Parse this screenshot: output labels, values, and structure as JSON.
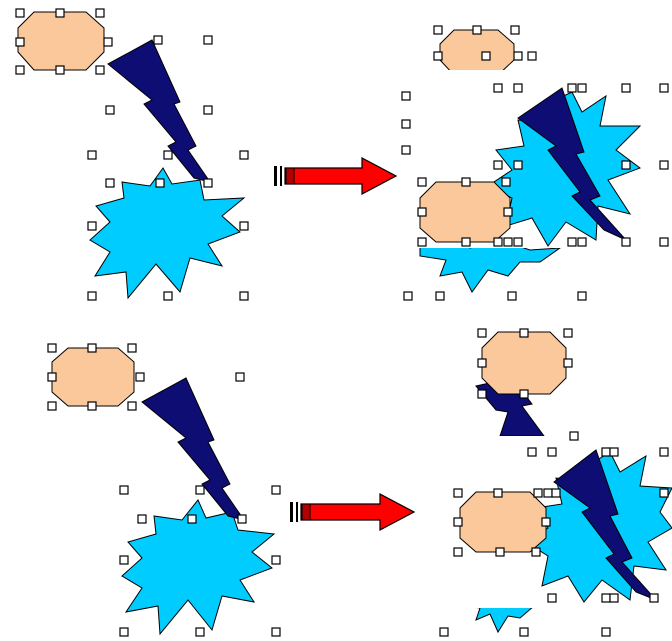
{
  "colors": {
    "octagon_fill": "#FAC89A",
    "bolt_fill": "#0D0D73",
    "star_fill": "#00CCFF",
    "arrow_fill": "#FF0000",
    "outline": "#000000",
    "handle_fill": "#FFFFFF",
    "background": "#FFFFFF"
  },
  "panels": [
    {
      "name": "top-before",
      "shapes": [
        "octagon",
        "lightning-bolt",
        "explosion-star"
      ],
      "selection_handles": true
    },
    {
      "name": "top-after",
      "shapes": [
        "octagon",
        "lightning-bolt",
        "explosion-star"
      ],
      "selection_handles": true,
      "fragmented": true
    },
    {
      "name": "bottom-before",
      "shapes": [
        "octagon",
        "lightning-bolt",
        "explosion-star"
      ],
      "selection_handles": true
    },
    {
      "name": "bottom-after",
      "shapes": [
        "octagon",
        "lightning-bolt",
        "explosion-star"
      ],
      "selection_handles": true,
      "fragmented": true
    }
  ],
  "arrows": [
    {
      "name": "transform-arrow-top",
      "direction": "right",
      "icon": "right-arrow-icon"
    },
    {
      "name": "transform-arrow-bottom",
      "direction": "right",
      "icon": "right-arrow-icon"
    }
  ]
}
